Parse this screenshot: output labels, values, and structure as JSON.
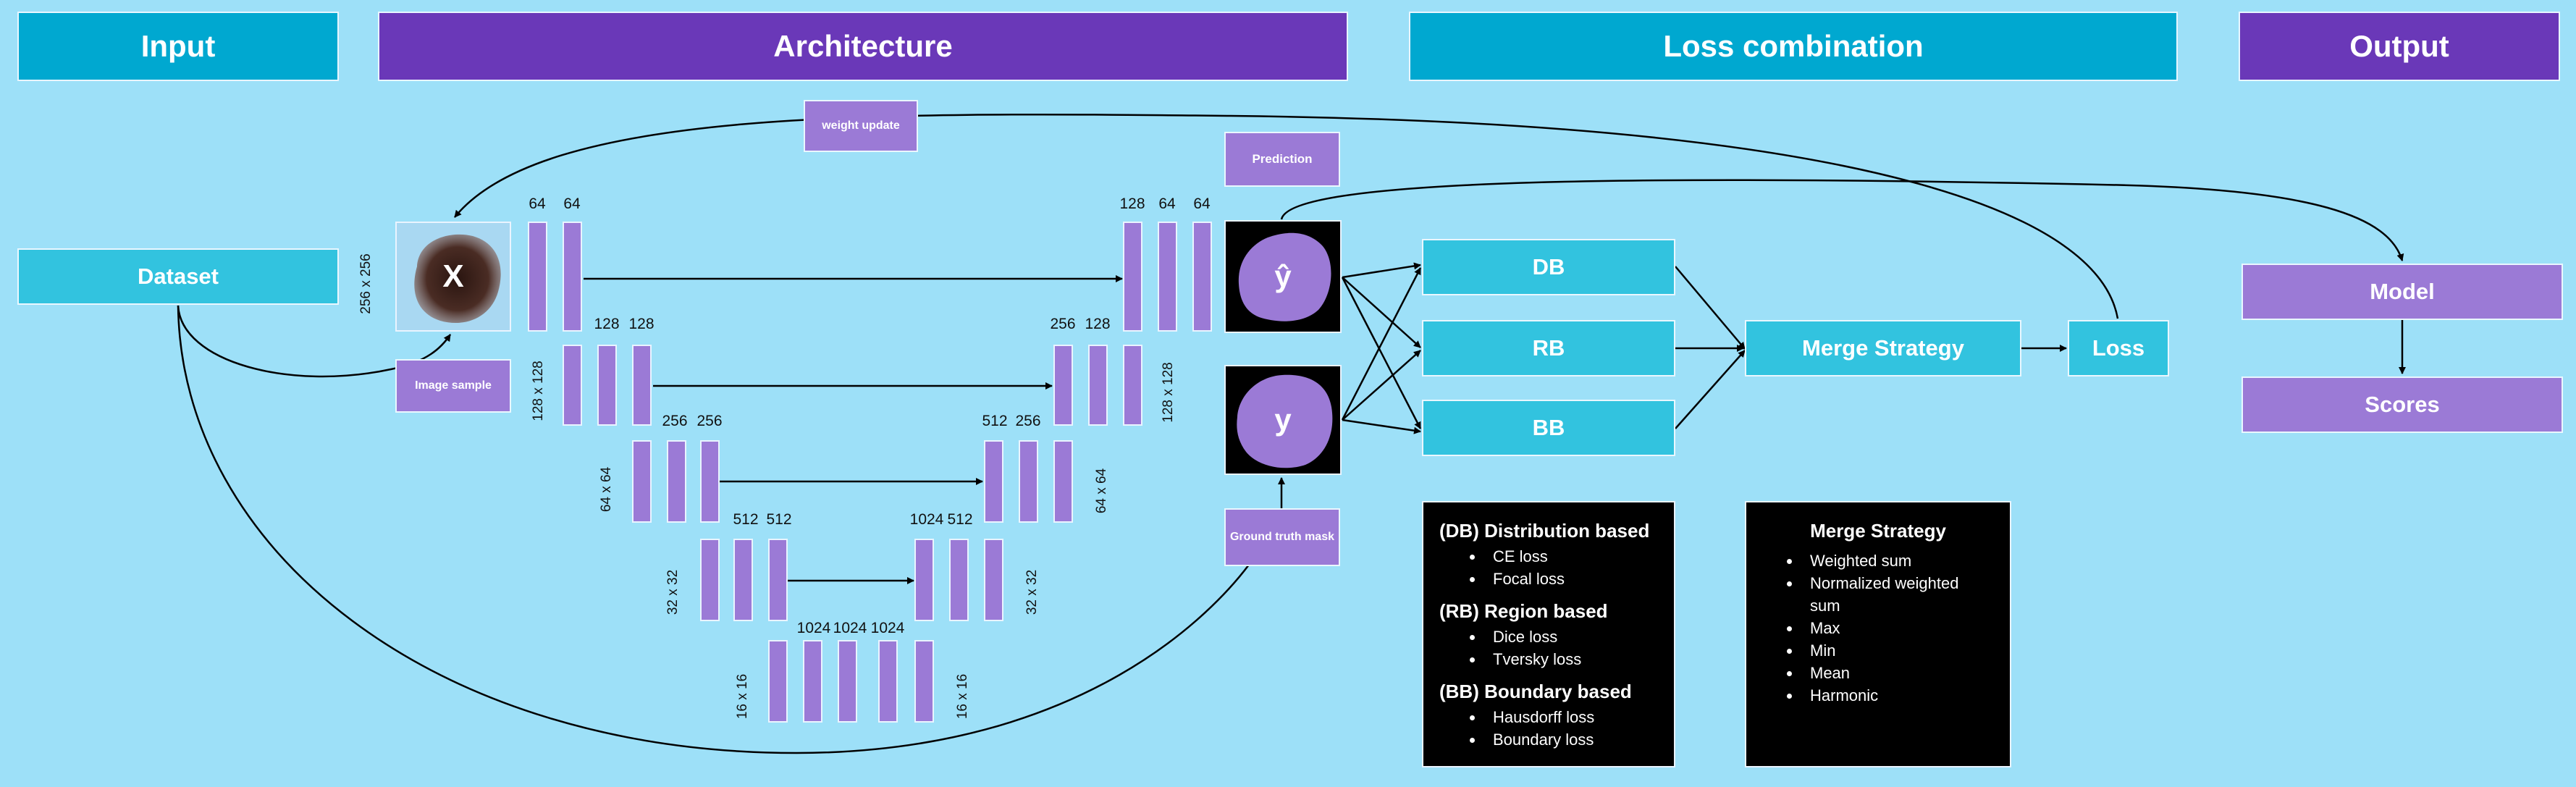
{
  "headers": {
    "input": "Input",
    "architecture": "Architecture",
    "loss_combination": "Loss combination",
    "output": "Output"
  },
  "labels": {
    "dataset": "Dataset",
    "weight_update": "weight update",
    "image_sample": "Image sample",
    "prediction": "Prediction",
    "ground_truth": "Ground truth mask",
    "image_x": "X",
    "pred_symbol": "ŷ",
    "gt_symbol": "y",
    "db": "DB",
    "rb": "RB",
    "bb": "BB",
    "merge_strategy": "Merge Strategy",
    "loss": "Loss",
    "model": "Model",
    "scores": "Scores"
  },
  "channels": {
    "enc1a": "64",
    "enc1b": "64",
    "enc2a": "128",
    "enc2b": "128",
    "enc3a": "256",
    "enc3b": "256",
    "enc4a": "512",
    "enc4b": "512",
    "bot1": "1024",
    "bot2": "1024",
    "bot3": "1024",
    "dec4a": "1024",
    "dec4b": "512",
    "dec3a": "512",
    "dec3b": "256",
    "dec2a": "256",
    "dec2b": "128",
    "dec1a": "128",
    "dec1b": "64",
    "dec1c": "64"
  },
  "dims": {
    "d256": "256 x 256",
    "d128l": "128 x 128",
    "d64l": "64 x 64",
    "d32l": "32 x 32",
    "d16l": "16 x 16",
    "d16r": "16 x 16",
    "d32r": "32 x 32",
    "d64r": "64 x 64",
    "d128r": "128 x 128"
  },
  "loss_legend": {
    "db_title": "(DB) Distribution based",
    "db_items": [
      "CE loss",
      "Focal loss"
    ],
    "rb_title": "(RB) Region based",
    "rb_items": [
      "Dice loss",
      "Tversky loss"
    ],
    "bb_title": "(BB) Boundary based",
    "bb_items": [
      "Hausdorff loss",
      "Boundary loss"
    ]
  },
  "merge_legend": {
    "title": "Merge Strategy",
    "items": [
      "Weighted sum",
      "Normalized weighted sum",
      "Max",
      "Min",
      "Mean",
      "Harmonic"
    ]
  },
  "colors": {
    "background": "#9de0f8",
    "teal_header": "#00a8d0",
    "purple_header": "#6a38b8",
    "teal_box": "#32c3df",
    "lavender": "#9b7ad6"
  }
}
